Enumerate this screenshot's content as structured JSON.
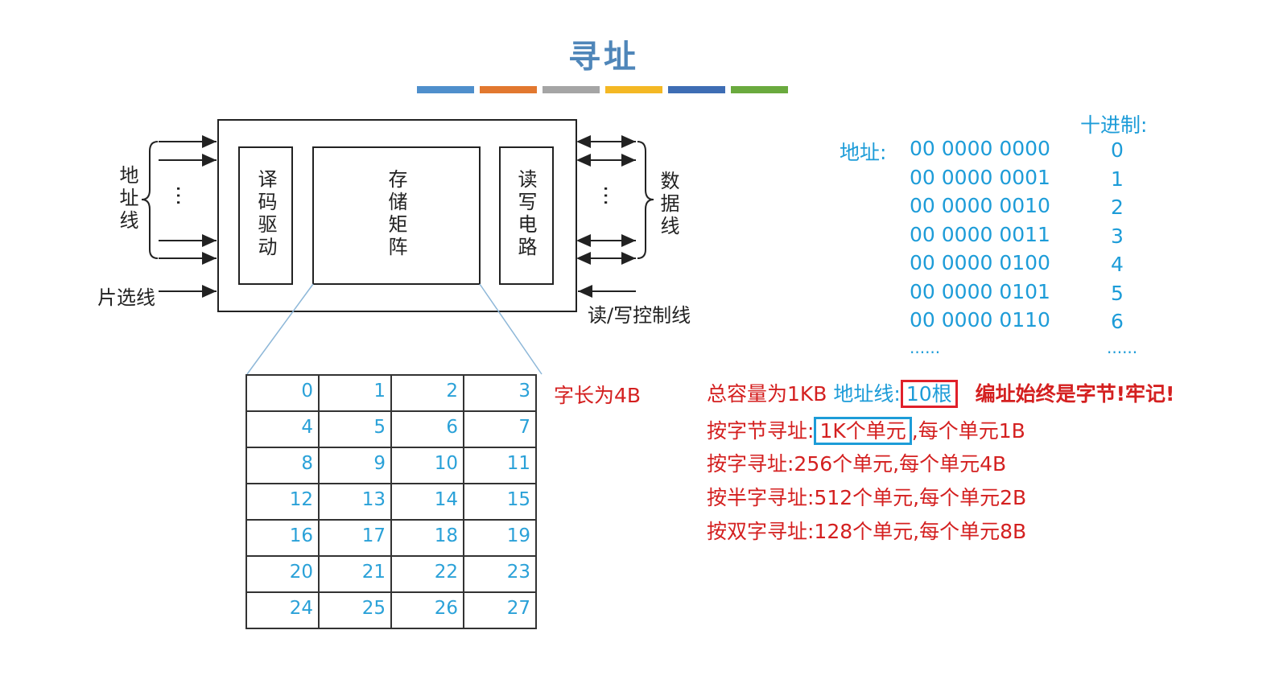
{
  "title": "寻址",
  "palette": [
    "#4f8fcc",
    "#e2782f",
    "#a5a5a5",
    "#f4b824",
    "#3e6db4",
    "#6aaa3e"
  ],
  "diagram": {
    "address_lines_label": "地址线",
    "chip_select_label": "片选线",
    "decoder_label": "译码驱动",
    "matrix_label": "存储矩阵",
    "rw_circuit_label": "读写电路",
    "data_lines_label": "数据线",
    "rw_control_label": "读/写控制线",
    "ellipsis": "…"
  },
  "grid": {
    "rows": [
      [
        "0",
        "1",
        "2",
        "3"
      ],
      [
        "4",
        "5",
        "6",
        "7"
      ],
      [
        "8",
        "9",
        "10",
        "11"
      ],
      [
        "12",
        "13",
        "14",
        "15"
      ],
      [
        "16",
        "17",
        "18",
        "19"
      ],
      [
        "20",
        "21",
        "22",
        "23"
      ],
      [
        "24",
        "25",
        "26",
        "27"
      ]
    ],
    "word_length_label": "字长为4B"
  },
  "addresses": {
    "decimal_header": "十进制:",
    "address_prefix": "地址:",
    "binary": [
      "00 0000 0000",
      "00 0000 0001",
      "00 0000 0010",
      "00 0000 0011",
      "00 0000 0100",
      "00 0000 0101",
      "00 0000 0110"
    ],
    "decimal": [
      "0",
      "1",
      "2",
      "3",
      "4",
      "5",
      "6"
    ],
    "binary_more": "......",
    "decimal_more": "......"
  },
  "notes": {
    "capacity": "总容量为1KB",
    "addr_lines_prefix": "地址线:",
    "addr_lines_count": "10根",
    "byte_remark": "编址始终是字节!牢记!",
    "byte_addr_prefix": "按字节寻址:",
    "byte_addr_units": "1K个单元",
    "byte_addr_suffix": ",每个单元1B",
    "word_addr": "按字寻址:256个单元,每个单元4B",
    "halfword_addr": "按半字寻址:512个单元,每个单元2B",
    "doubleword_addr": "按双字寻址:128个单元,每个单元8B"
  }
}
